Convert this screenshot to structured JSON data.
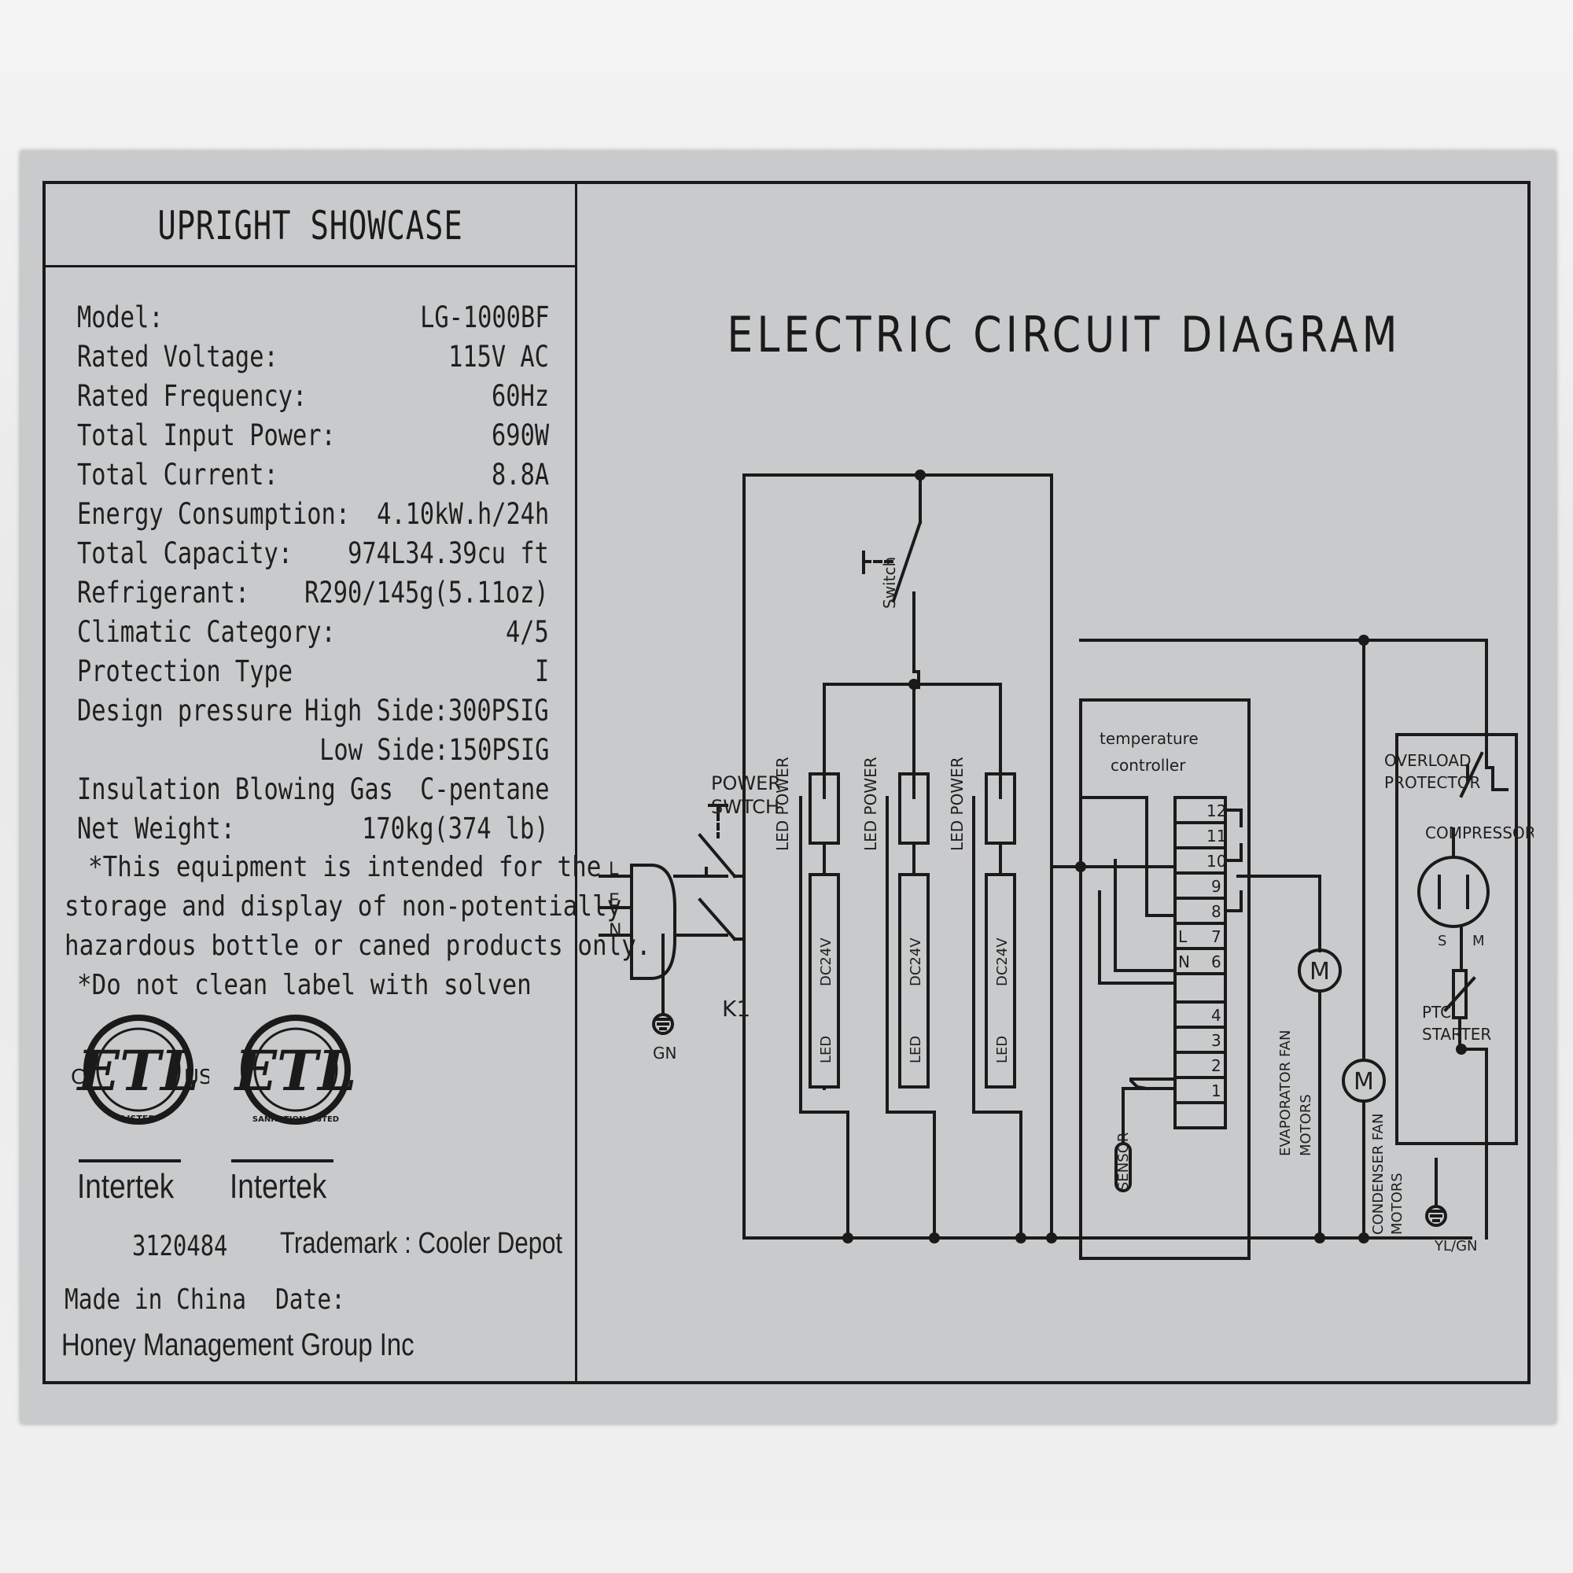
{
  "panel_title": "UPRIGHT SHOWCASE",
  "specs": [
    {
      "key": "Model:",
      "value": "LG-1000BF"
    },
    {
      "key": "Rated Voltage:",
      "value": "115V AC"
    },
    {
      "key": "Rated Frequency:",
      "value": "60Hz"
    },
    {
      "key": "Total Input Power:",
      "value": "690W"
    },
    {
      "key": "Total Current:",
      "value": "8.8A"
    },
    {
      "key": "Energy Consumption:",
      "value": "4.10kW.h/24h"
    },
    {
      "key": "Total Capacity:",
      "value": "974L34.39cu ft"
    },
    {
      "key": "Refrigerant:",
      "value": "R290/145g(5.11oz)"
    },
    {
      "key": "Climatic Category:",
      "value": "4/5"
    },
    {
      "key": "Protection Type",
      "value": "I"
    },
    {
      "key": "Design pressure",
      "value": "High Side:300PSIG"
    },
    {
      "key": "",
      "value": "Low Side:150PSIG"
    },
    {
      "key": "Insulation Blowing Gas",
      "value": "C-pentane"
    },
    {
      "key": "Net Weight:",
      "value": "170kg(374 lb)"
    }
  ],
  "notes": [
    "*This equipment is intended for the",
    "storage and display of non-potentially",
    "hazardous bottle or caned products only.",
    "*Do not clean label with solven"
  ],
  "certs": {
    "mark_1": {
      "logo": "ETL",
      "left": "C",
      "right": "US",
      "ring": "LISTED",
      "lab": "Intertek"
    },
    "mark_2": {
      "logo": "ETL",
      "ring": "SANITATION LISTED",
      "lab": "Intertek"
    },
    "cert_number": "3120484",
    "trademark": "Trademark : Cooler Depot"
  },
  "footer": {
    "made_in": "Made in China",
    "date_label": "Date:",
    "company": "Honey Management Group Inc"
  },
  "diagram": {
    "title": "ELECTRIC CIRCUIT DIAGRAM",
    "switch_label": "Switch",
    "power_switch_1": "POWER",
    "power_switch_2": "SWTCH",
    "relay_label": "K1",
    "plug_L": "L",
    "plug_E": "E",
    "plug_N": "N",
    "ground_label": "GN",
    "led_power": "LED POWER",
    "led": "LED",
    "dc24v": "DC24V",
    "temp_ctrl_1": "temperature",
    "temp_ctrl_2": "controller",
    "terminals": [
      "12",
      "11",
      "10",
      "9",
      "8",
      "7",
      "6",
      "4",
      "3",
      "2",
      "1"
    ],
    "terminal_L": "L",
    "terminal_N": "N",
    "sensor": "SENSOR",
    "evap_1": "EVAPORATOR FAN",
    "evap_2": "MOTORS",
    "cond_1": "CONDENSER FAN",
    "cond_2": "MOTORS",
    "motor_symbol": "M",
    "overload_1": "OVERLOAD",
    "overload_2": "PROTECTOR",
    "compressor": "COMPRESSOR",
    "comp_S": "S",
    "comp_M": "M",
    "ptc_1": "PTC",
    "ptc_2": "STARTER",
    "yl_gn": "YL/GN"
  }
}
